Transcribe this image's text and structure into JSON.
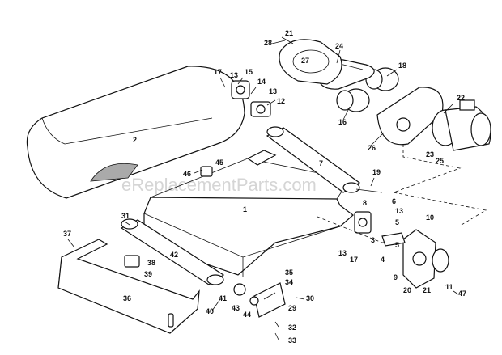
{
  "watermark": "eReplacementParts.com",
  "callouts": [
    {
      "id": "c1",
      "text": "1"
    },
    {
      "id": "c2",
      "text": "2"
    },
    {
      "id": "c3",
      "text": "3"
    },
    {
      "id": "c4",
      "text": "4"
    },
    {
      "id": "c5a",
      "text": "5"
    },
    {
      "id": "c5b",
      "text": "5"
    },
    {
      "id": "c6",
      "text": "6"
    },
    {
      "id": "c7",
      "text": "7"
    },
    {
      "id": "c8",
      "text": "8"
    },
    {
      "id": "c9",
      "text": "9"
    },
    {
      "id": "c10",
      "text": "10"
    },
    {
      "id": "c11",
      "text": "11"
    },
    {
      "id": "c12",
      "text": "12"
    },
    {
      "id": "c13a",
      "text": "13"
    },
    {
      "id": "c13b",
      "text": "13"
    },
    {
      "id": "c13c",
      "text": "13"
    },
    {
      "id": "c13d",
      "text": "13"
    },
    {
      "id": "c14",
      "text": "14"
    },
    {
      "id": "c15",
      "text": "15"
    },
    {
      "id": "c16",
      "text": "16"
    },
    {
      "id": "c17a",
      "text": "17"
    },
    {
      "id": "c17b",
      "text": "17"
    },
    {
      "id": "c18",
      "text": "18"
    },
    {
      "id": "c19",
      "text": "19"
    },
    {
      "id": "c20",
      "text": "20"
    },
    {
      "id": "c21a",
      "text": "21"
    },
    {
      "id": "c21b",
      "text": "21"
    },
    {
      "id": "c22",
      "text": "22"
    },
    {
      "id": "c23",
      "text": "23"
    },
    {
      "id": "c24",
      "text": "24"
    },
    {
      "id": "c25",
      "text": "25"
    },
    {
      "id": "c26",
      "text": "26"
    },
    {
      "id": "c27",
      "text": "27"
    },
    {
      "id": "c28",
      "text": "28"
    },
    {
      "id": "c29",
      "text": "29"
    },
    {
      "id": "c30",
      "text": "30"
    },
    {
      "id": "c31",
      "text": "31"
    },
    {
      "id": "c32",
      "text": "32"
    },
    {
      "id": "c33",
      "text": "33"
    },
    {
      "id": "c34",
      "text": "34"
    },
    {
      "id": "c35",
      "text": "35"
    },
    {
      "id": "c36",
      "text": "36"
    },
    {
      "id": "c37",
      "text": "37"
    },
    {
      "id": "c38",
      "text": "38"
    },
    {
      "id": "c39",
      "text": "39"
    },
    {
      "id": "c40",
      "text": "40"
    },
    {
      "id": "c41",
      "text": "41"
    },
    {
      "id": "c42",
      "text": "42"
    },
    {
      "id": "c43",
      "text": "43"
    },
    {
      "id": "c44",
      "text": "44"
    },
    {
      "id": "c45",
      "text": "45"
    },
    {
      "id": "c46",
      "text": "46"
    },
    {
      "id": "c47",
      "text": "47"
    }
  ]
}
